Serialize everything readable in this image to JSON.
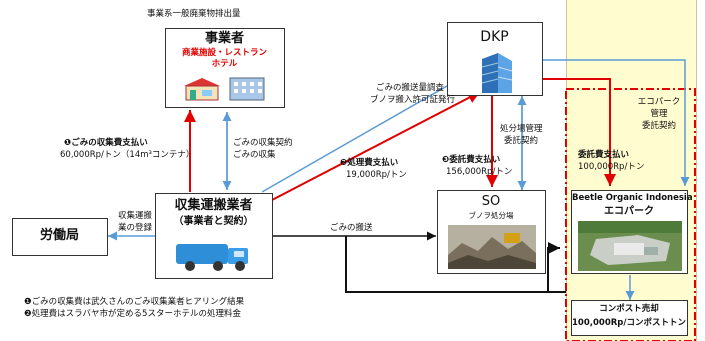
{
  "colors": {
    "red_arrow": "#e00000",
    "blue_arrow": "#5b9bd5",
    "black_arrow": "#111111",
    "yellow_panel": "#fffccf",
    "truck_blue": "#2e8fd8",
    "ecopark_green": "#6b8e4e"
  },
  "header_label": "事業系一般廃棄物排出量",
  "jigyosha": {
    "title": "事業者",
    "sub1": "商業施設・レストラン",
    "sub2": "ホテル",
    "icons": [
      "shop-icon",
      "hotel-icon"
    ]
  },
  "dkp": {
    "title": "DKP",
    "icon": "building-icon"
  },
  "shuushu": {
    "title": "収集運搬業者",
    "sub": "（事業者と契約）",
    "icon": "garbage-truck-icon"
  },
  "rodokyoku": {
    "title": "労働局"
  },
  "so": {
    "title": "SO",
    "sub": "ブノヲ処分場",
    "icon": "landfill-photo"
  },
  "ecopark": {
    "line1": "Beetle Organic Indonesia",
    "line2": "エコパーク",
    "icon": "ecopark-aerial-photo"
  },
  "compost": {
    "line1": "コンポスト売却",
    "line2": "100,000Rp/コンポストトン"
  },
  "labels": {
    "pay1_title": "❶ごみの収集費支払い",
    "pay1_amount": "60,000Rp/トン（14m³コンテナ）",
    "contract_collect_1": "ごみの収集契約",
    "contract_collect_2": "ごみの収集",
    "survey_1": "ごみの搬送量調査",
    "survey_2": "ブノヲ搬入許可証発行",
    "pay2_title": "❷処理費支払い",
    "pay2_amount": "19,000Rp/トン",
    "mgmt_1": "処分場管理",
    "mgmt_2": "委託契約",
    "pay3_title": "❸委託費支払い",
    "pay3_amount": "156,000Rp/トン",
    "transport": "ごみの搬送",
    "register_1": "収集運搬",
    "register_2": "業の登録",
    "consign_pay_title": "委託費支払い",
    "consign_pay_amount": "100,000Rp/トン",
    "ecopark_mgmt_1": "エコパーク",
    "ecopark_mgmt_2": "管理",
    "ecopark_mgmt_3": "委託契約"
  },
  "footnotes": [
    "❶ごみの収集費は武久さんのごみ収集業者ヒアリング結果",
    "❷処理費はスラバヤ市が定める5スターホテルの処理料金"
  ]
}
